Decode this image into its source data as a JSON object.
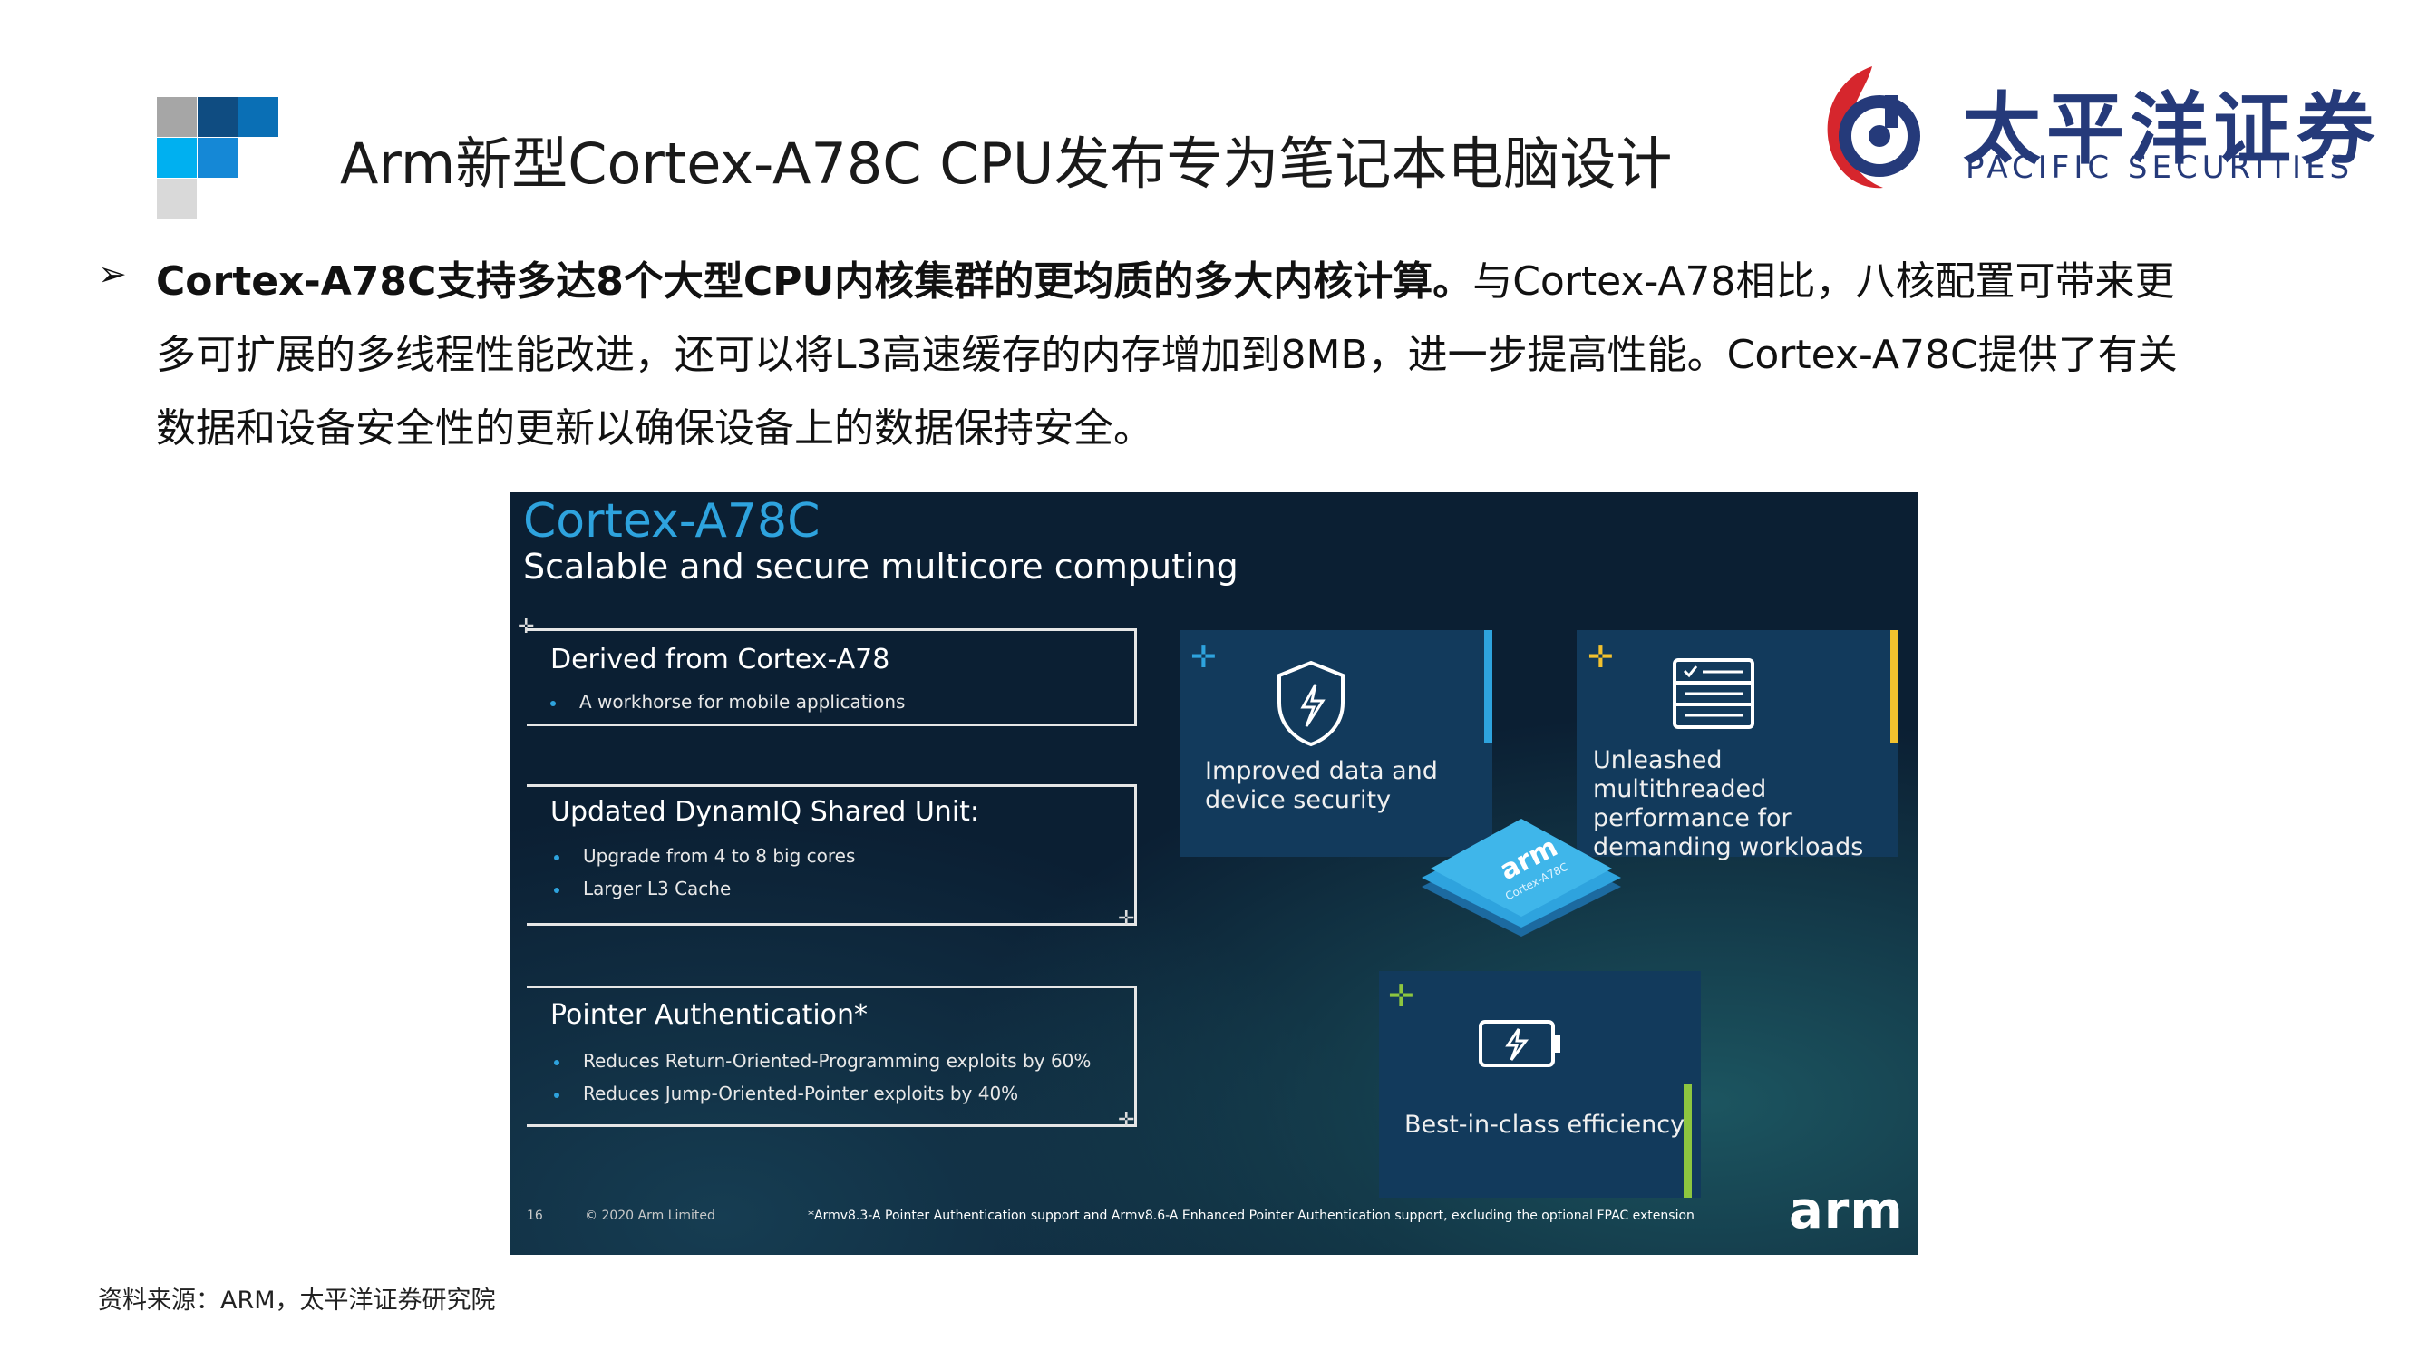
{
  "header": {
    "title": "Arm新型Cortex-A78C CPU发布专为笔记本电脑设计",
    "logo_cn": "太平洋证券",
    "logo_en": "PACIFIC SECURITIES"
  },
  "body": {
    "bullet": "➢",
    "bold_text": "Cortex-A78C支持多达8个大型CPU内核集群的更均质的多大内核计算。",
    "normal_text": "与Cortex-A78相比，八核配置可带来更多可扩展的多线程性能改进，还可以将L3高速缓存的内存增加到8MB，进一步提高性能。Cortex-A78C提供了有关数据和设备安全性的更新以确保设备上的数据保持安全。"
  },
  "slide": {
    "title": "Cortex-A78C",
    "subtitle": "Scalable and secure multicore computing",
    "boxes": [
      {
        "heading": "Derived from Cortex-A78",
        "items": [
          "A workhorse for mobile applications"
        ]
      },
      {
        "heading": "Updated DynamIQ Shared Unit:",
        "items": [
          "Upgrade from 4 to 8 big cores",
          "Larger L3 Cache"
        ]
      },
      {
        "heading": "Pointer Authentication*",
        "items": [
          "Reduces Return-Oriented-Programming exploits by 60%",
          "Reduces Jump-Oriented-Pointer exploits by 40%"
        ]
      }
    ],
    "cards": [
      {
        "text_line1": "Improved data and",
        "text_line2": "device security",
        "icon": "shield-lightning-icon"
      },
      {
        "text_line1": "Unleashed multithreaded",
        "text_line2": "performance for",
        "text_line3": "demanding workloads",
        "icon": "server-list-icon"
      },
      {
        "text_line1": "Best-in-class efficiency",
        "icon": "battery-icon"
      }
    ],
    "chip_brand": "arm",
    "chip_model": "Cortex-A78C",
    "footer_page": "16",
    "footer_copyright": "© 2020 Arm Limited",
    "footer_note": "*Armv8.3-A Pointer Authentication support and Armv8.6-A Enhanced Pointer Authentication support, excluding the optional FPAC extension",
    "brand": "arm",
    "colors": {
      "blue": "#2ea3de",
      "yellow": "#f2c12e",
      "green": "#8dc63f",
      "plus_blue": "#2ea3de"
    }
  },
  "source": "资料来源：ARM，太平洋证券研究院"
}
